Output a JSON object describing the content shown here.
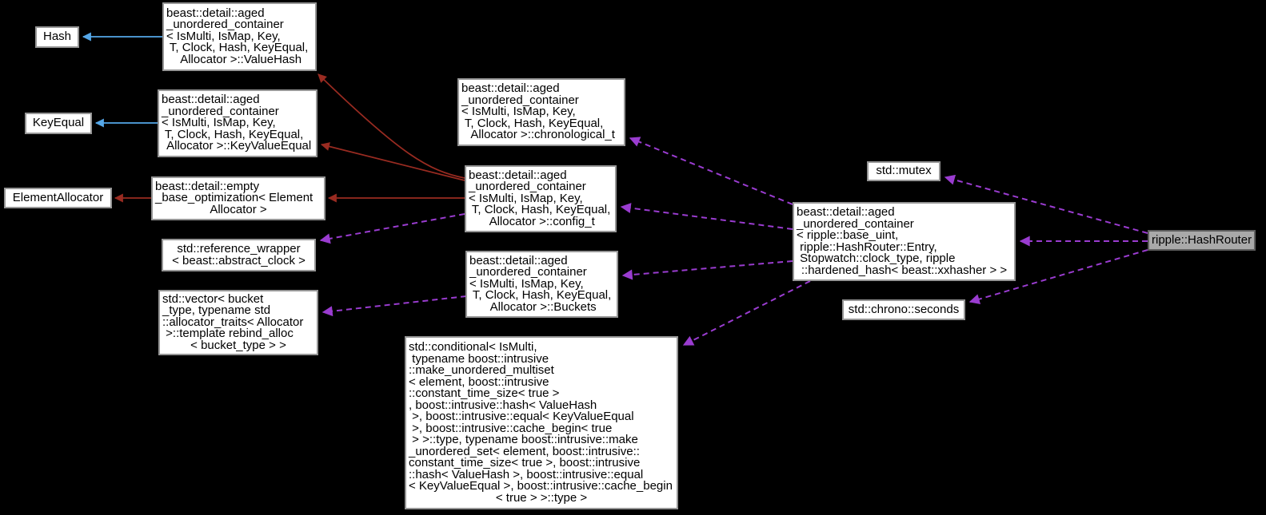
{
  "diagram": {
    "title": "ripple::HashRouter collaboration diagram",
    "background_color": "#000000",
    "colors": {
      "inheritance_arrow_blue": "#55a7e8",
      "composition_arrow_darkred": "#992b21",
      "usage_arrow_purple": "#9a3cd0",
      "node_fill": "#ffffff",
      "node_border": "#969696",
      "main_node_fill": "#a9a9a9",
      "main_node_border": "#5e5e5e"
    },
    "nodes": {
      "hash": {
        "lines": [
          "Hash"
        ]
      },
      "value_hash": {
        "lines": [
          "beast::detail::aged",
          "_unordered_container",
          "< IsMulti, IsMap, Key,",
          " T, Clock, Hash, KeyEqual,",
          " Allocator >::ValueHash"
        ]
      },
      "key_equal": {
        "lines": [
          "KeyEqual"
        ]
      },
      "key_value_equal": {
        "lines": [
          "beast::detail::aged",
          "_unordered_container",
          "< IsMulti, IsMap, Key,",
          " T, Clock, Hash, KeyEqual,",
          " Allocator >::KeyValueEqual"
        ]
      },
      "element_allocator": {
        "lines": [
          "ElementAllocator"
        ]
      },
      "empty_base": {
        "lines": [
          "beast::detail::empty",
          "_base_optimization< Element",
          "Allocator >"
        ]
      },
      "ref_wrapper": {
        "lines": [
          "std::reference_wrapper",
          "< beast::abstract_clock >"
        ]
      },
      "bucket_vector": {
        "lines": [
          "std::vector< bucket",
          "_type, typename std",
          "::allocator_traits< Allocator",
          " >::template rebind_alloc",
          "< bucket_type > >"
        ]
      },
      "chronological": {
        "lines": [
          "beast::detail::aged",
          "_unordered_container",
          "< IsMulti, IsMap, Key,",
          " T, Clock, Hash, KeyEqual,",
          " Allocator >::chronological_t"
        ]
      },
      "config": {
        "lines": [
          "beast::detail::aged",
          "_unordered_container",
          "< IsMulti, IsMap, Key,",
          " T, Clock, Hash, KeyEqual,",
          " Allocator >::config_t"
        ]
      },
      "buckets": {
        "lines": [
          "beast::detail::aged",
          "_unordered_container",
          "< IsMulti, IsMap, Key,",
          " T, Clock, Hash, KeyEqual,",
          " Allocator >::Buckets"
        ]
      },
      "conditional": {
        "lines": [
          "std::conditional< IsMulti,",
          " typename boost::intrusive",
          "::make_unordered_multiset",
          "< element, boost::intrusive",
          "::constant_time_size< true >",
          ", boost::intrusive::hash< ValueHash",
          " >, boost::intrusive::equal< KeyValueEqual",
          " >, boost::intrusive::cache_begin< true",
          " > >::type, typename boost::intrusive::make",
          "_unordered_set< element, boost::intrusive::",
          "constant_time_size< true >, boost::intrusive",
          "::hash< ValueHash >, boost::intrusive::equal",
          "< KeyValueEqual >, boost::intrusive::cache_begin",
          "< true > >::type >"
        ]
      },
      "mutex": {
        "lines": [
          "std::mutex"
        ]
      },
      "aged_container_ripple": {
        "lines": [
          "beast::detail::aged",
          "_unordered_container",
          "< ripple::base_uint,",
          " ripple::HashRouter::Entry,",
          " Stopwatch::clock_type, ripple",
          "::hardened_hash< beast::xxhasher > >"
        ]
      },
      "seconds": {
        "lines": [
          "std::chrono::seconds"
        ]
      },
      "hash_router": {
        "lines": [
          "ripple::HashRouter"
        ]
      }
    },
    "edges": [
      {
        "from": "value_hash",
        "to": "hash",
        "style": "solid-blue"
      },
      {
        "from": "key_value_equal",
        "to": "key_equal",
        "style": "solid-blue"
      },
      {
        "from": "empty_base",
        "to": "element_allocator",
        "style": "solid-darkred"
      },
      {
        "from": "config",
        "to": "empty_base",
        "style": "solid-darkred"
      },
      {
        "from": "config",
        "to": "value_hash",
        "style": "solid-darkred"
      },
      {
        "from": "config",
        "to": "key_value_equal",
        "style": "solid-darkred"
      },
      {
        "from": "config",
        "to": "ref_wrapper",
        "style": "dashed-purple"
      },
      {
        "from": "buckets",
        "to": "bucket_vector",
        "style": "dashed-purple"
      },
      {
        "from": "aged_container_ripple",
        "to": "chronological",
        "style": "dashed-purple"
      },
      {
        "from": "aged_container_ripple",
        "to": "config",
        "style": "dashed-purple"
      },
      {
        "from": "aged_container_ripple",
        "to": "buckets",
        "style": "dashed-purple"
      },
      {
        "from": "aged_container_ripple",
        "to": "conditional",
        "style": "dashed-purple"
      },
      {
        "from": "hash_router",
        "to": "mutex",
        "style": "dashed-purple"
      },
      {
        "from": "hash_router",
        "to": "aged_container_ripple",
        "style": "dashed-purple"
      },
      {
        "from": "hash_router",
        "to": "seconds",
        "style": "dashed-purple"
      }
    ]
  }
}
